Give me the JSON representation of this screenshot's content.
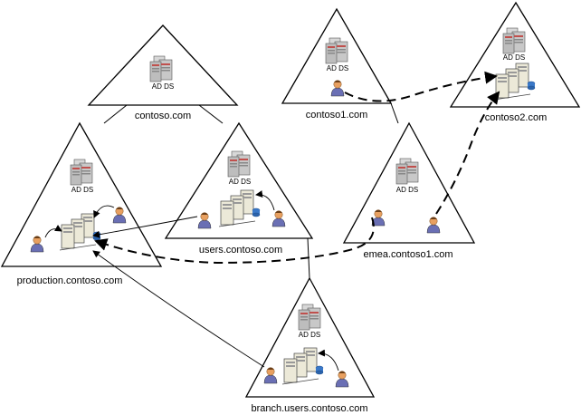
{
  "domains": {
    "contoso": {
      "name": "contoso.com",
      "service": "AD DS"
    },
    "production": {
      "name": "production.contoso.com",
      "service": "AD DS"
    },
    "users": {
      "name": "users.contoso.com",
      "service": "AD DS"
    },
    "branch": {
      "name": "branch.users.contoso.com",
      "service": "AD DS"
    },
    "contoso1": {
      "name": "contoso1.com",
      "service": "AD DS"
    },
    "emea": {
      "name": "emea.contoso1.com",
      "service": "AD DS"
    },
    "contoso2": {
      "name": "contoso2.com",
      "service": "AD DS"
    }
  },
  "icons": {
    "server": "domain-controller-icon",
    "resource": "resource-server-cluster-icon",
    "user": "user-icon"
  },
  "colors": {
    "outline": "#000000",
    "server_body": "#b5b5b5",
    "server_accent": "#c0504d",
    "resource_body": "#ece9d8",
    "user_head": "#e8a060",
    "user_body": "#6a6fb4",
    "database": "#3a78c8"
  }
}
